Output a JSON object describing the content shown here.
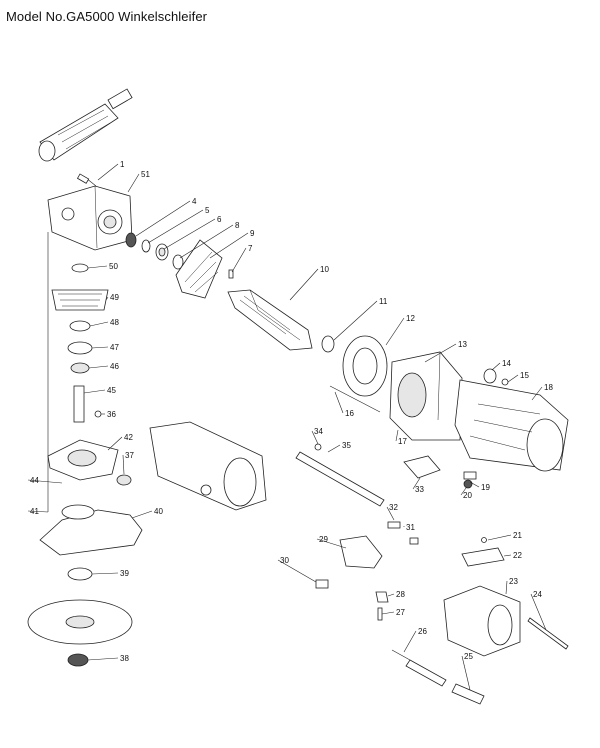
{
  "title": "Model No.GA5000 Winkelschleifer",
  "parts": [
    {
      "id": "1"
    },
    {
      "id": "51"
    },
    {
      "id": "4"
    },
    {
      "id": "5"
    },
    {
      "id": "6"
    },
    {
      "id": "8"
    },
    {
      "id": "9"
    },
    {
      "id": "7"
    },
    {
      "id": "10"
    },
    {
      "id": "50"
    },
    {
      "id": "49"
    },
    {
      "id": "48"
    },
    {
      "id": "47"
    },
    {
      "id": "46"
    },
    {
      "id": "45"
    },
    {
      "id": "36"
    },
    {
      "id": "11"
    },
    {
      "id": "12"
    },
    {
      "id": "13"
    },
    {
      "id": "14"
    },
    {
      "id": "15"
    },
    {
      "id": "18"
    },
    {
      "id": "16"
    },
    {
      "id": "17"
    },
    {
      "id": "42"
    },
    {
      "id": "34"
    },
    {
      "id": "35"
    },
    {
      "id": "37"
    },
    {
      "id": "44"
    },
    {
      "id": "33"
    },
    {
      "id": "19"
    },
    {
      "id": "20"
    },
    {
      "id": "41"
    },
    {
      "id": "40"
    },
    {
      "id": "32"
    },
    {
      "id": "31"
    },
    {
      "id": "29"
    },
    {
      "id": "21"
    },
    {
      "id": "22"
    },
    {
      "id": "30"
    },
    {
      "id": "39"
    },
    {
      "id": "23"
    },
    {
      "id": "28"
    },
    {
      "id": "24"
    },
    {
      "id": "27"
    },
    {
      "id": "26"
    },
    {
      "id": "25"
    },
    {
      "id": "38"
    }
  ]
}
